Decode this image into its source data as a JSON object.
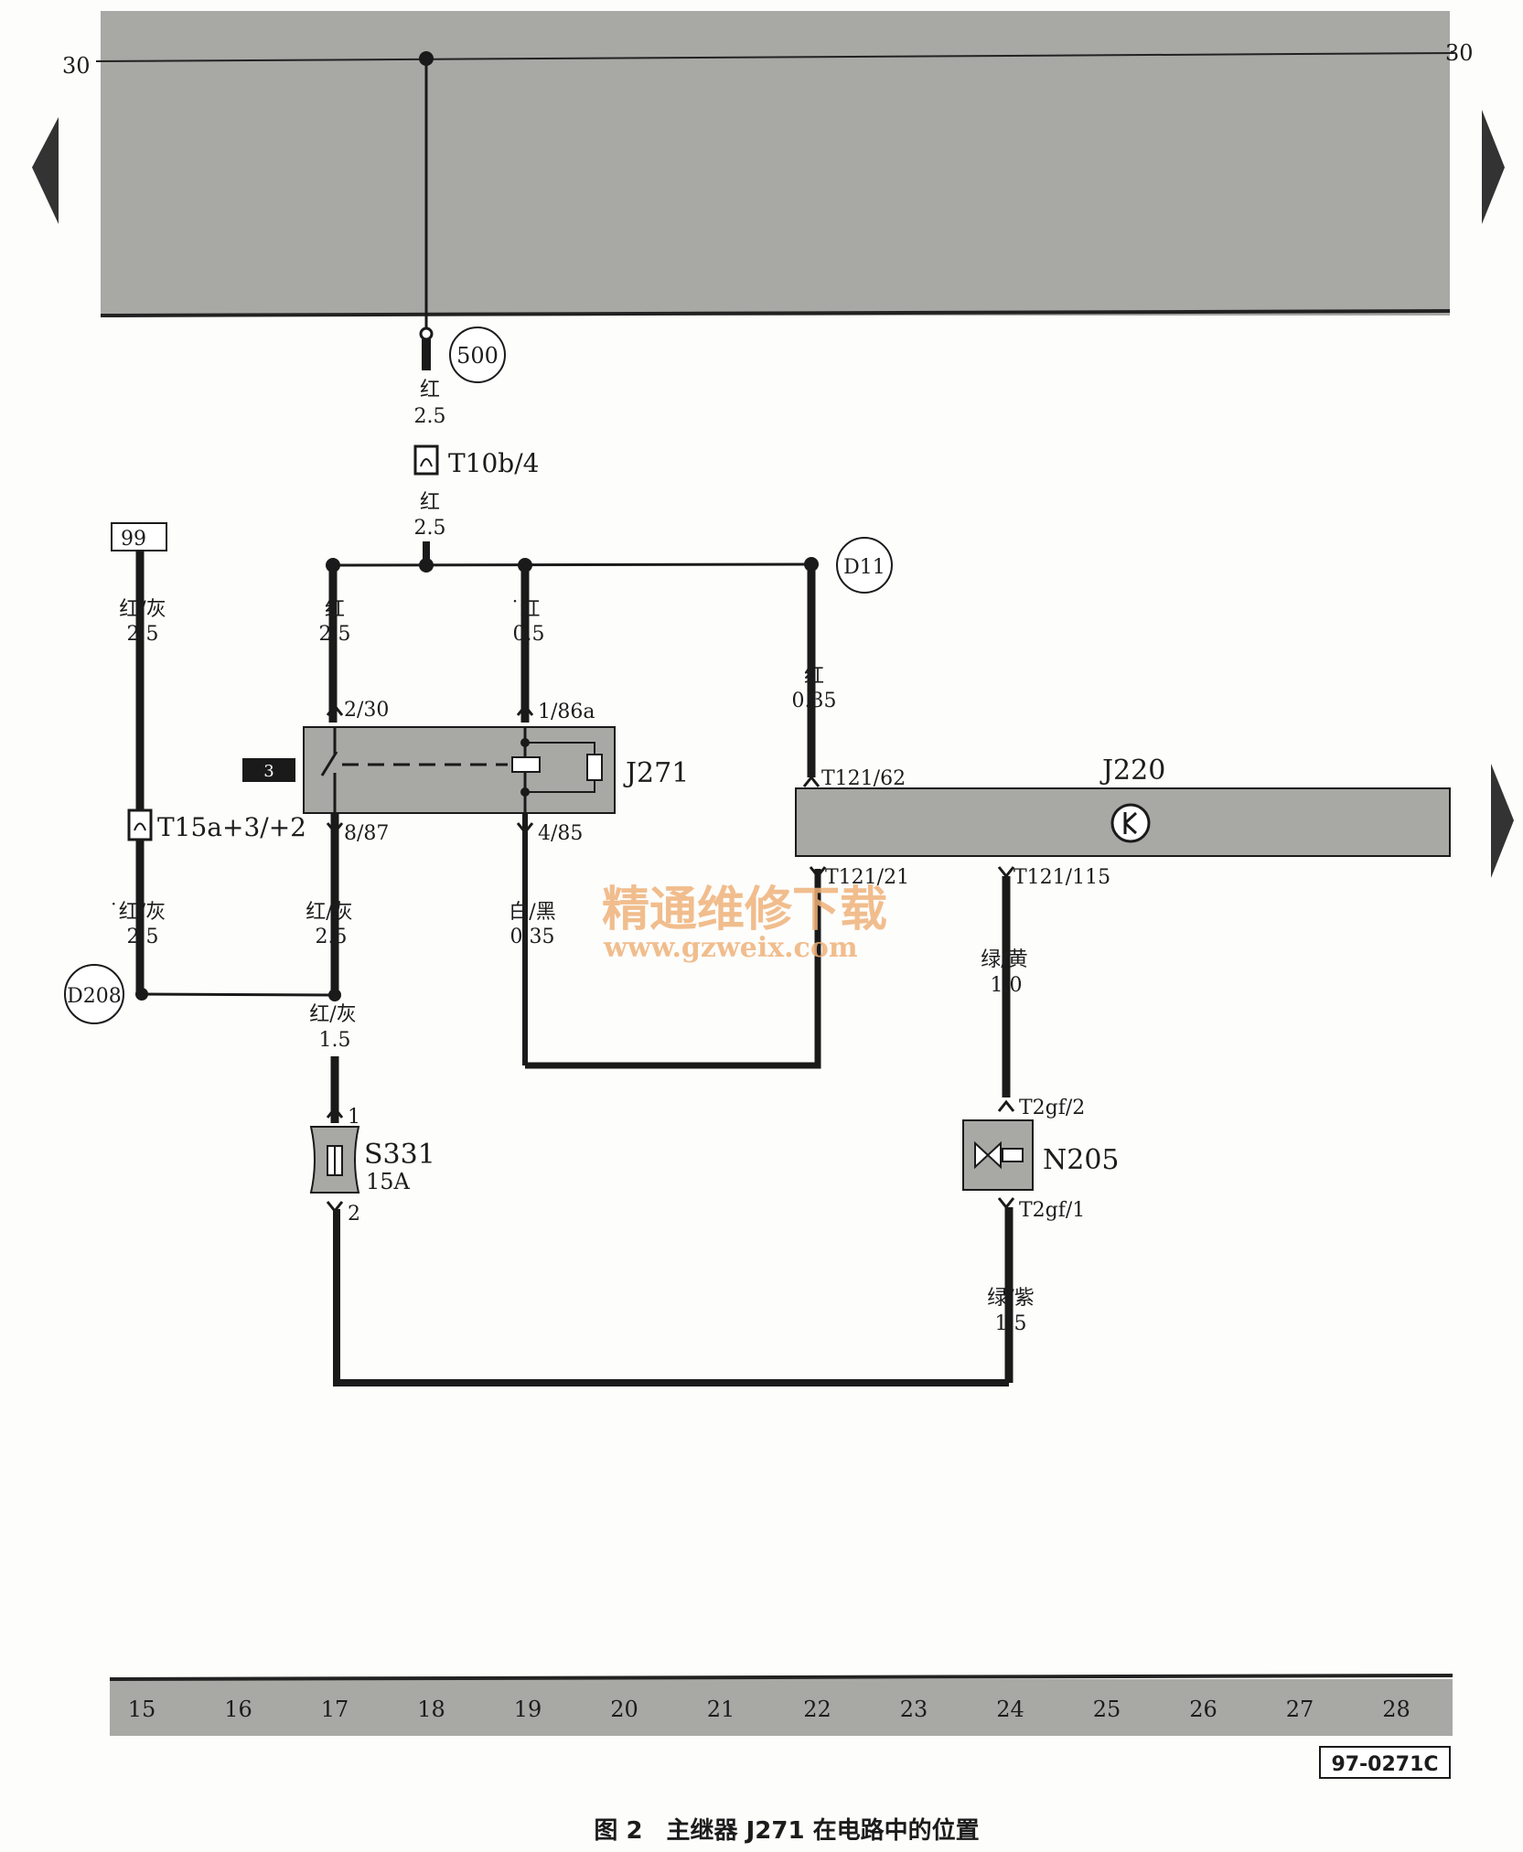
{
  "terminals": {
    "left_30": "30",
    "right_30": "30"
  },
  "nodes": {
    "n500": "500",
    "d11": "D11",
    "d208": "D208",
    "ref99": "99",
    "mark3": "3"
  },
  "components": {
    "j271": "J271",
    "j220": "J220",
    "s331": "S331",
    "s331_rating": "15A",
    "n205": "N205",
    "t10b": "T10b/4",
    "t15a": "T15a+3/+2"
  },
  "pins": {
    "p230": "2/30",
    "p186a": "1/86a",
    "p887": "8/87",
    "p485": "4/85",
    "t121_62": "T121/62",
    "t121_21": "T121/21",
    "t121_115": "T121/115",
    "t2gf_2": "T2gf/2",
    "t2gf_1": "T2gf/1",
    "s331_1": "1",
    "s331_2": "2"
  },
  "wires": [
    {
      "color": "红",
      "size": "2.5"
    },
    {
      "color": "红",
      "size": "2.5"
    },
    {
      "color": "红",
      "size": "2.5"
    },
    {
      "color": "˙红",
      "size": "0.5"
    },
    {
      "color": "红",
      "size": "0.35"
    },
    {
      "color": "红/灰",
      "size": "2.5"
    },
    {
      "color": "˙红/灰",
      "size": "2.5"
    },
    {
      "color": "红/灰",
      "size": "2.5"
    },
    {
      "color": "白/黑",
      "size": "0.35"
    },
    {
      "color": "红/灰",
      "size": "1.5"
    },
    {
      "color": "绿/黄",
      "size": "1.0"
    },
    {
      "color": "绿/紫",
      "size": "1.5"
    }
  ],
  "grid_numbers": [
    "15",
    "16",
    "17",
    "18",
    "19",
    "20",
    "21",
    "22",
    "23",
    "24",
    "25",
    "26",
    "27",
    "28"
  ],
  "doc_code": "97-0271C",
  "watermark": {
    "line1": "精通维修下载",
    "line2": "www.gzweix.com"
  },
  "caption": "图 2　主继器 J271 在电路中的位置",
  "colors": {
    "panel": "#a8a8a5",
    "wire": "#1a1a1a",
    "watermark": "#f0b27a"
  }
}
